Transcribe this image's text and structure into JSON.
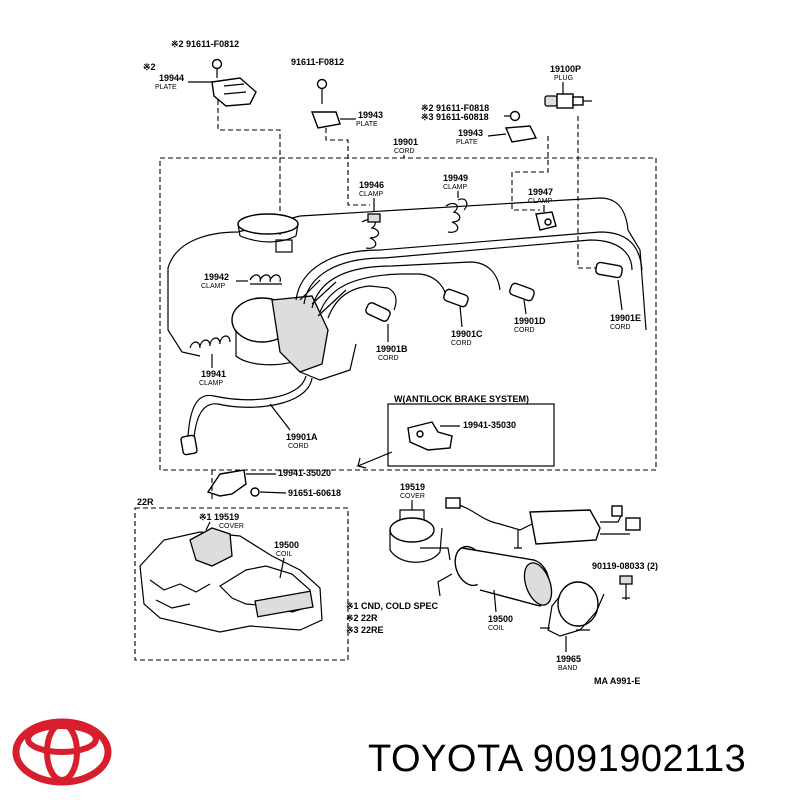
{
  "callouts": [
    {
      "id": "c1",
      "num": "※2 91611-F0812",
      "sub": ""
    },
    {
      "id": "c2",
      "num": "91611-F0812",
      "sub": ""
    },
    {
      "id": "c3",
      "num": "19100P",
      "sub": "PLUG"
    },
    {
      "id": "c4",
      "num": "※2",
      "sub": ""
    },
    {
      "id": "c5",
      "num": "19944",
      "sub": "PLATE"
    },
    {
      "id": "c6",
      "num": "19943",
      "sub": "PLATE"
    },
    {
      "id": "c7",
      "num": "※2 91611-F0818",
      "sub": ""
    },
    {
      "id": "c8",
      "num": "※3 91611-60818",
      "sub": ""
    },
    {
      "id": "c9",
      "num": "19943",
      "sub": "PLATE"
    },
    {
      "id": "c10",
      "num": "19901",
      "sub": "CORD"
    },
    {
      "id": "c11",
      "num": "19946",
      "sub": "CLAMP"
    },
    {
      "id": "c12",
      "num": "19949",
      "sub": "CLAMP"
    },
    {
      "id": "c13",
      "num": "19947",
      "sub": "CLAMP"
    },
    {
      "id": "c14",
      "num": "19942",
      "sub": "CLAMP"
    },
    {
      "id": "c15",
      "num": "19901E",
      "sub": "CORD"
    },
    {
      "id": "c16",
      "num": "19901D",
      "sub": "CORD"
    },
    {
      "id": "c17",
      "num": "19901C",
      "sub": "CORD"
    },
    {
      "id": "c18",
      "num": "19901B",
      "sub": "CORD"
    },
    {
      "id": "c19",
      "num": "19941",
      "sub": "CLAMP"
    },
    {
      "id": "c20",
      "num": "19901A",
      "sub": "CORD"
    },
    {
      "id": "c21",
      "num": "W(ANTILOCK BRAKE SYSTEM)",
      "sub": ""
    },
    {
      "id": "c22",
      "num": "19941-35030",
      "sub": ""
    },
    {
      "id": "c23",
      "num": "19941-35020",
      "sub": ""
    },
    {
      "id": "c24",
      "num": "91651-60618",
      "sub": ""
    },
    {
      "id": "c25",
      "num": "22R",
      "sub": ""
    },
    {
      "id": "c26",
      "num": "※1 19519",
      "sub": "COVER"
    },
    {
      "id": "c27",
      "num": "19500",
      "sub": "COIL"
    },
    {
      "id": "c28",
      "num": "19519",
      "sub": "COVER"
    },
    {
      "id": "c29",
      "num": "90119-08033 (2)",
      "sub": ""
    },
    {
      "id": "c30",
      "num": "19500",
      "sub": "COIL"
    },
    {
      "id": "c31",
      "num": "19965",
      "sub": "BAND"
    }
  ],
  "notes": [
    "※1 CND, COLD SPEC",
    "※2 22R",
    "※3 22RE"
  ],
  "drawing_ref": "MA  A991-E",
  "brand": {
    "name": "TOYOTA",
    "part_number": "9091902113",
    "color": "#d81e2c"
  }
}
